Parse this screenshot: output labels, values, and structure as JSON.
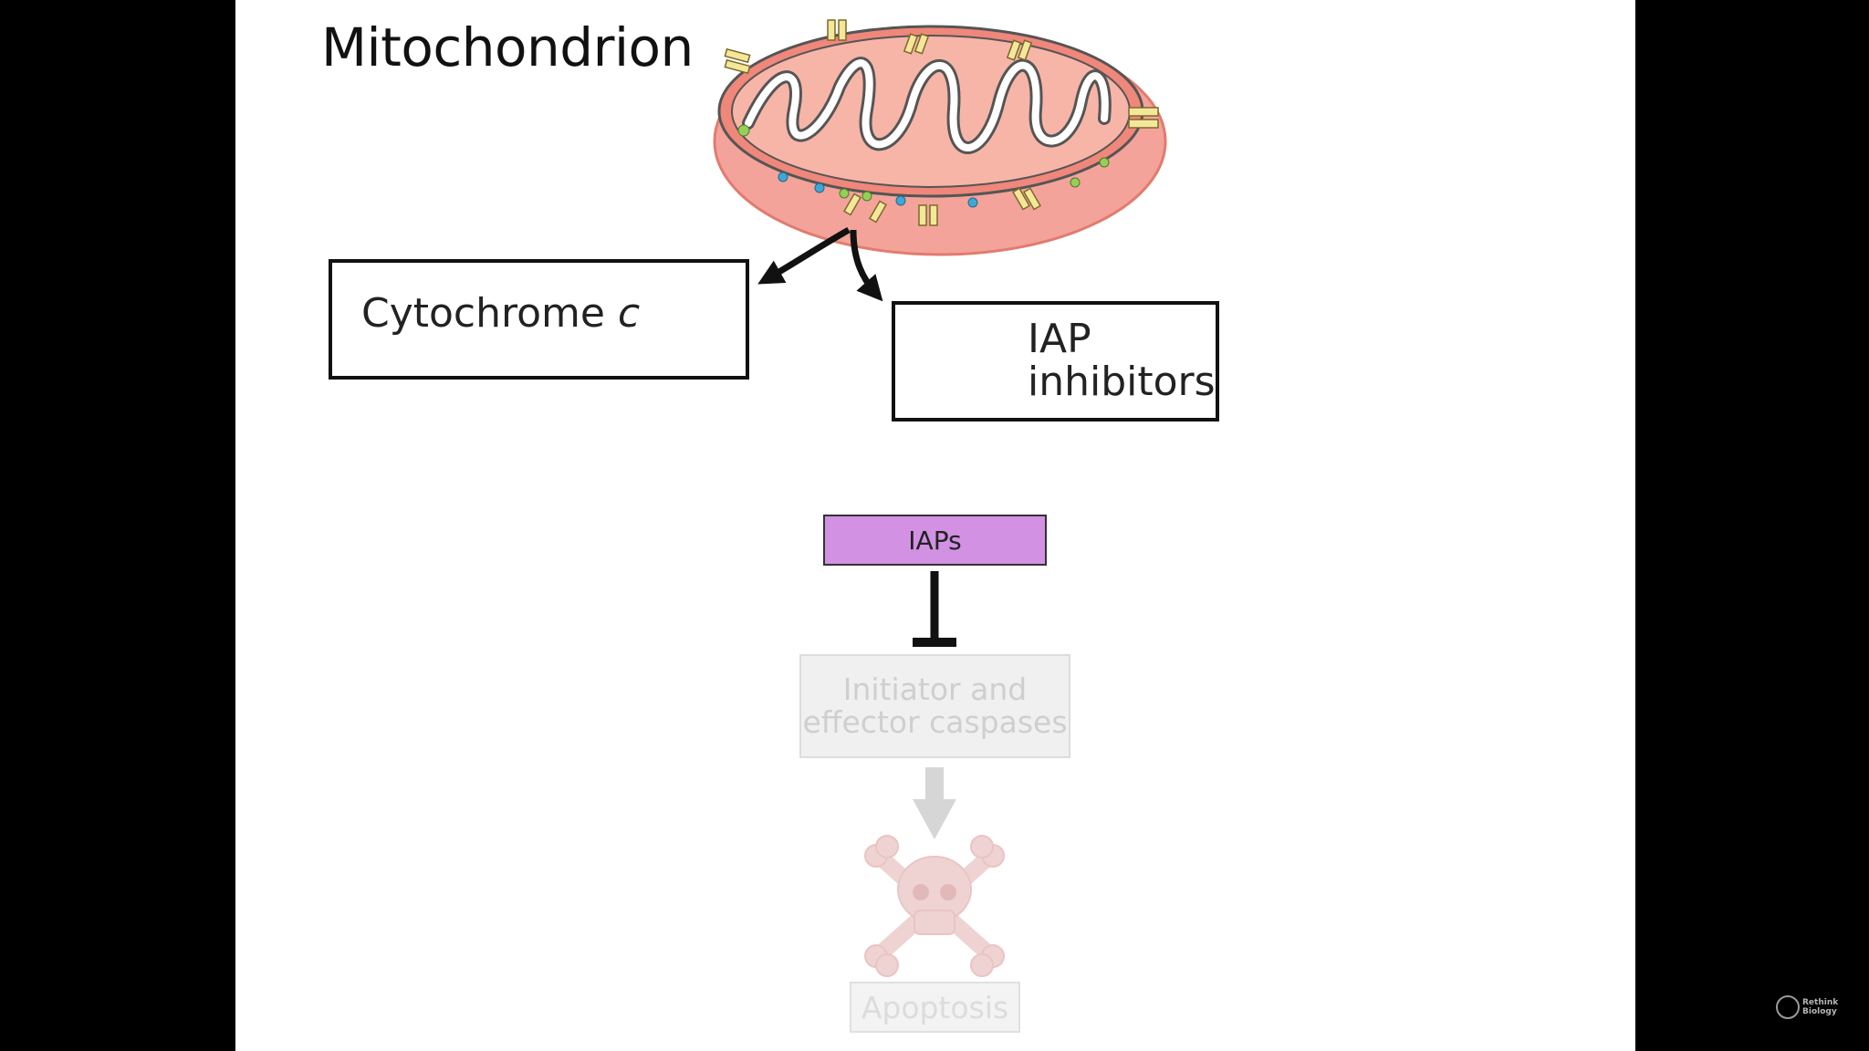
{
  "diagram": {
    "title": "Mitochondrion",
    "cytochrome_box": {
      "label_main": "Cytochrome ",
      "label_italic": "c"
    },
    "iap_inhibitors_box": {
      "line1": "IAP",
      "line2": "inhibitors"
    },
    "iaps_label": "IAPs",
    "caspases": {
      "line1": "Initiator and",
      "line2": "effector caspases"
    },
    "apoptosis_label": "Apoptosis",
    "colors": {
      "mito_outer": "#f0877b",
      "mito_inner": "#f7b5a8",
      "cytochrome_dot": "#3fa6d6",
      "iap_inhibitor_dot": "#95cf57",
      "iaps_fill": "#d291e2",
      "faded": "#e6e6e6"
    }
  },
  "watermark": {
    "line1": "Rethink",
    "line2": "Biology"
  }
}
